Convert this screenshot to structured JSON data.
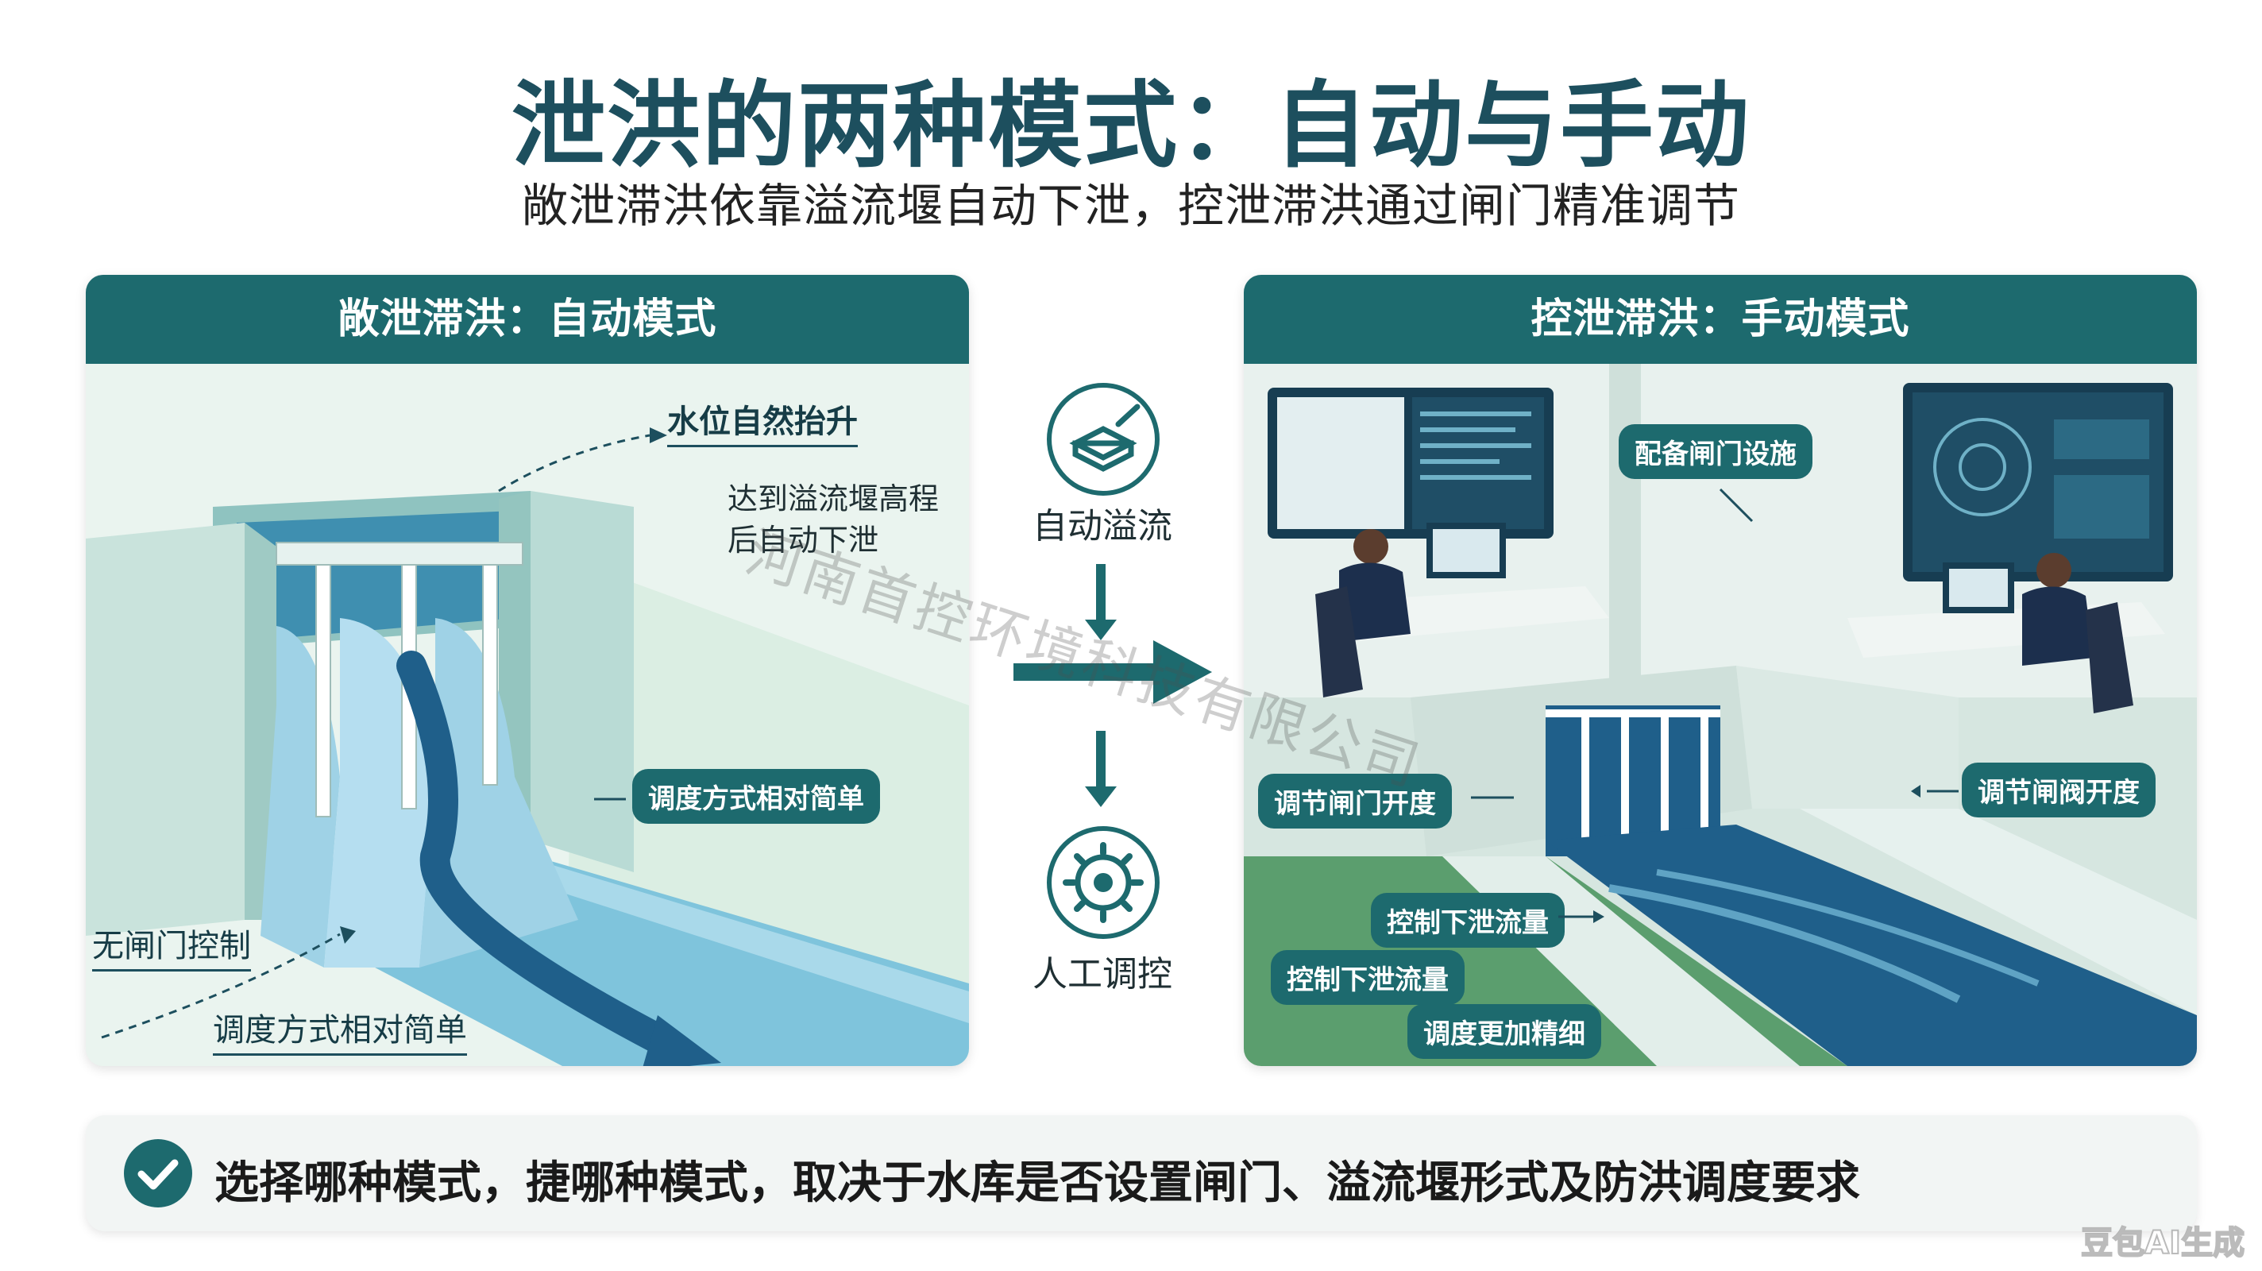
{
  "title": "泄洪的两种模式：自动与手动",
  "subtitle": "敞泄滞洪依靠溢流堰自动下泄，控泄滞洪通过闸门精准调节",
  "left_panel": {
    "header": "敞泄滞洪：自动模式",
    "labels": {
      "water_rise": "水位自然抬升",
      "note": "达到溢流堰高程后自动下泄",
      "simple_tag": "调度方式相对简单",
      "no_gate": "无闸门控制",
      "simple_bottom": "调度方式相对简单"
    }
  },
  "middle": {
    "auto_label": "自动溢流",
    "manual_label": "人工调控"
  },
  "right_panel": {
    "header": "控泄滞洪：手动模式",
    "labels": {
      "equip": "配备闸门设施",
      "adjust_gate": "调节闸门开度",
      "adjust_valve": "调节闸阀开度",
      "control_flow_1": "控制下泄流量",
      "control_flow_2": "控制下泄流量",
      "finer": "调度更加精细"
    }
  },
  "footer": {
    "text": "选择哪种模式，捷哪种模式，取决于水库是否设置闸门、溢流堰形式及防洪调度要求"
  },
  "watermark": "河南首控环境科技有限公司",
  "ai_mark": "豆包AI生成",
  "colors": {
    "teal": "#1d6a6e",
    "title": "#1d4f5e",
    "water_light": "#7fc4dc",
    "water_dark": "#1f5f8a"
  }
}
